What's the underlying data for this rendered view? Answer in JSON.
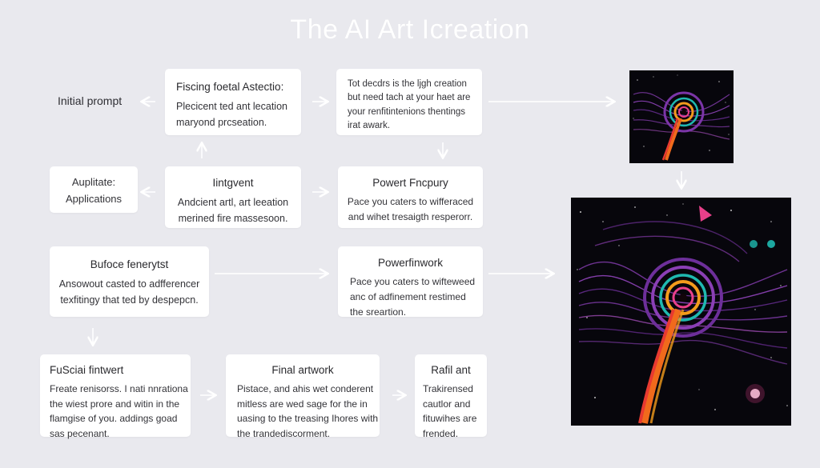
{
  "title": "The AI Art Icreation",
  "initial_prompt": "Initial prompt",
  "boxes": {
    "b1": {
      "head": "Fiscing foetal Astectio:",
      "lines": [
        "Plecicent ted ant lecation",
        "maryond prcseation."
      ]
    },
    "b2": {
      "lines": [
        "Tot decdrs is the ljgh creation",
        "but need tach at your haet are",
        "your renfitintenions thentings",
        "irat awark."
      ]
    },
    "b3": {
      "lines": [
        "Auplitate:",
        "Applications"
      ]
    },
    "b4": {
      "head": "Iintgvent",
      "lines": [
        "Andcient artl, art leeation",
        "merined fire massesoon."
      ]
    },
    "b5": {
      "head": "Powert Fncpury",
      "lines": [
        "Pace you caters to wifferaced",
        "and wihet tresaigth resperorr."
      ]
    },
    "b6": {
      "head": "Bufoce fenerytst",
      "lines": [
        "Ansowout casted to adfferencer",
        "texfitingy that ted by despepcn."
      ]
    },
    "b7": {
      "head": "Powerfinwork",
      "lines": [
        "Pace you caters to wifteweed",
        "anc of adfinement restimed",
        "the sreartion."
      ]
    },
    "b8": {
      "head": "FuSciai fintwert",
      "lines": [
        "Freate renisorss. I nati nnrationa",
        "the wiest prore and witin in the",
        "flamgise of you. addings goad",
        "sas pecenant."
      ]
    },
    "b9": {
      "head": "Final artwork",
      "lines": [
        "Pistace, and ahis wet conderent",
        "mitless are wed sage for the in",
        "uasing to the treasing Ihores with",
        "the trandediscorment."
      ]
    },
    "b10": {
      "head": "Rafil ant",
      "lines": [
        "Trakirensed",
        "cautlor and",
        "fituwihes are",
        "frended."
      ]
    }
  },
  "colors": {
    "background": "#e9e9ee",
    "box": "#ffffff",
    "arrow": "#ffffff",
    "art_background": "#07060c",
    "art_purple": "#8a3fb5",
    "art_orange": "#f06a1c",
    "art_teal": "#1fb9b0",
    "art_pink": "#e8408a"
  }
}
